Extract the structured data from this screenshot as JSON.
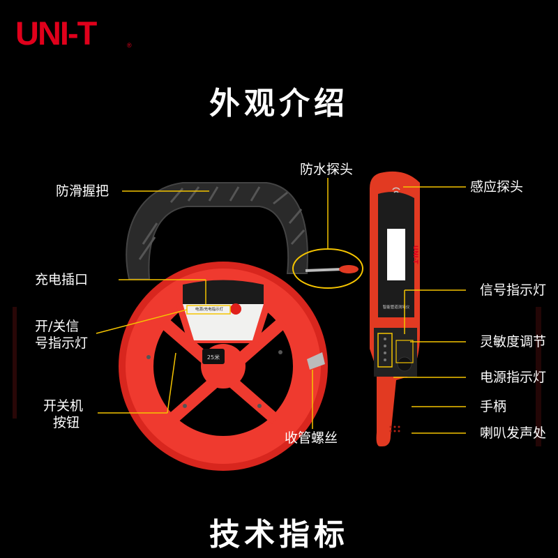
{
  "brand": {
    "name": "UNI-T",
    "registered": "®",
    "color": "#e0001b"
  },
  "titles": {
    "top": "外观介绍",
    "bottom": "技术指标"
  },
  "callouts": {
    "grip": "防滑握把",
    "charge_port": "充电插口",
    "power_indicator_left_1": "开/关信",
    "power_indicator_left_2": "号指示灯",
    "power_button_1": "开关机",
    "power_button_2": "按钮",
    "waterproof_probe": "防水探头",
    "tube_screw": "收管螺丝",
    "sense_probe": "感应探头",
    "signal_light": "信号指示灯",
    "sensitivity": "灵敏度调节",
    "power_light": "电源指示灯",
    "handle": "手柄",
    "speaker": "喇叭发声处"
  },
  "device": {
    "reel_label_top": "电源/充电指示灯",
    "reel_length": "25米",
    "detector_brand": "UNI-T",
    "detector_caption": "智能管道测堵仪"
  },
  "colors": {
    "accent_red": "#e8312c",
    "line_yellow": "#f5c400",
    "body_dark": "#1c1c1c"
  }
}
